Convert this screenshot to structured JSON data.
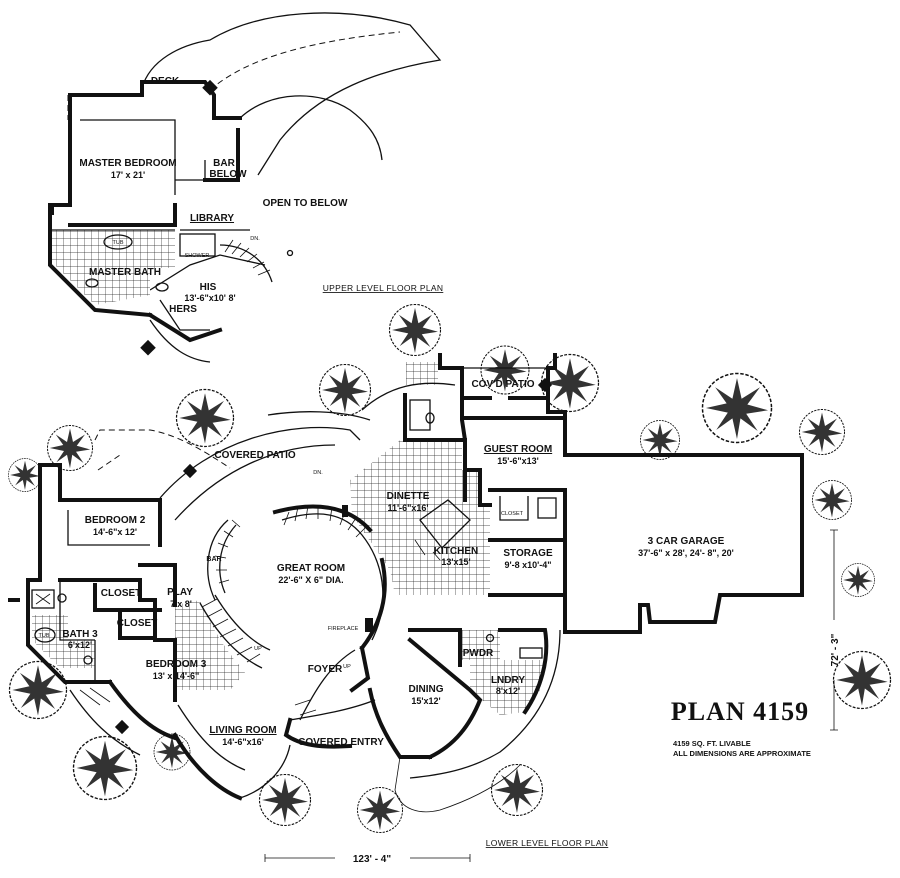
{
  "plan": {
    "title": "PLAN   4159",
    "notes": [
      "4159 SQ. FT. LIVABLE",
      "ALL DIMENSIONS ARE APPROXIMATE"
    ],
    "overall_width": "123' - 4\"",
    "overall_depth": "72' - 3\""
  },
  "upper_level": {
    "caption": "UPPER LEVEL FLOOR PLAN",
    "rooms": {
      "deck": "DECK",
      "master_bedroom": "MASTER BEDROOM",
      "master_bedroom_dim": "17' x 21'",
      "bar": "BAR",
      "below": "BELOW",
      "library": "LIBRARY",
      "open_to_below": "OPEN TO BELOW",
      "master_bath": "MASTER BATH",
      "his": "HIS",
      "his_hers_dim": "13'-6\"x10' 8'",
      "hers": "HERS",
      "tub": "TUB",
      "shower": "SHOWER",
      "dn": "DN."
    }
  },
  "lower_level": {
    "caption": "LOWER LEVEL FLOOR PLAN",
    "rooms": {
      "covd_patio": "COV'D PATIO",
      "covered_patio": "COVERED PATIO",
      "guest_room": "GUEST ROOM",
      "guest_room_dim": "15'-6\"x13'",
      "dinette": "DINETTE",
      "dinette_dim": "11'-6\"x16'",
      "kitchen": "KITCHEN",
      "kitchen_dim": "13'x15'",
      "storage": "STORAGE",
      "storage_dim": "9'-8 x10'-4\"",
      "garage": "3 CAR GARAGE",
      "garage_dim": "37'-6\" x 28', 24'- 8\", 20'",
      "bedroom2": "BEDROOM 2",
      "bedroom2_dim": "14'-6\"x 12'",
      "great_room": "GREAT ROOM",
      "great_room_dim": "22'-6\" X 6\" DIA.",
      "bar": "BAR",
      "closet_a": "CLOSET",
      "closet_b": "CLOSET",
      "play": "PLAY",
      "play_dim": "7'x 8'",
      "bath3": "BATH 3",
      "bath3_dim": "6'x12'",
      "bedroom3": "BEDROOM 3",
      "bedroom3_dim": "13' x 14'-6\"",
      "fireplace": "FIREPLACE",
      "foyer": "FOYER",
      "pwdr": "PWDR",
      "lndry": "LNDRY",
      "lndry_dim": "8'x12'",
      "dining": "DINING",
      "dining_dim": "15'x12'",
      "living_room": "LIVING ROOM",
      "living_room_dim": "14'-6\"x16'",
      "covered_entry": "COVERED ENTRY",
      "closet_small": "CLOSET",
      "tub": "TUB",
      "dn": "DN.",
      "up": "UP"
    }
  }
}
